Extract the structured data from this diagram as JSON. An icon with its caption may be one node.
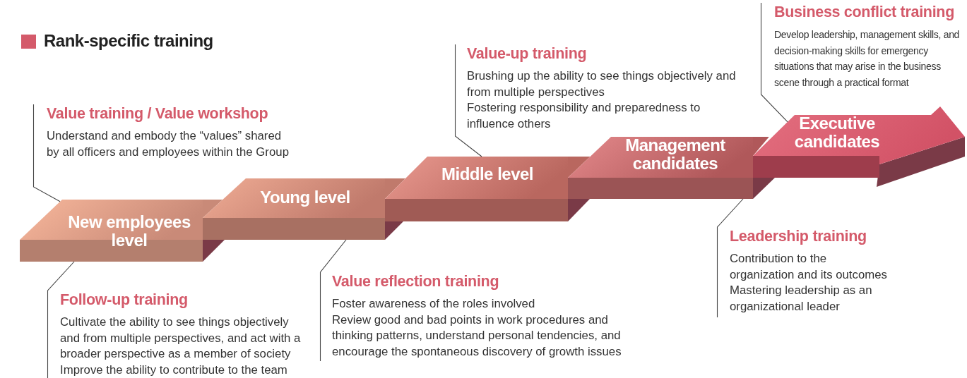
{
  "diagram": {
    "title": "Rank-specific training",
    "nodes": [
      {
        "text": [
          "New employees level"
        ]
      },
      {
        "text": [
          "Young level"
        ]
      },
      {
        "text": [
          "Middle level"
        ]
      },
      {
        "text": [
          "Management candidates"
        ]
      },
      {
        "text": [
          "Executive candidates"
        ]
      },
      {
        "text": [
          "Value training / Value workshop",
          "Understand and embody the “values” shared by all officers and employees within the Group"
        ]
      },
      {
        "text": [
          "Follow-up training",
          "Cultivate the ability to see things objectively and from multiple perspectives, and act with a broader perspective as a member of society",
          "Improve the ability to contribute to the team"
        ]
      },
      {
        "text": [
          "Value reflection training",
          "Foster awareness of the roles involved",
          "Review good and bad points in work procedures and thinking patterns, understand personal tendencies, and encourage the spontaneous discovery of growth issues"
        ]
      },
      {
        "text": [
          "Value-up training",
          "Brushing up the ability to see things objectively and from multiple perspectives",
          "Fostering responsibility and preparedness to influence others"
        ]
      },
      {
        "text": [
          "Business conflict training",
          "Develop leadership, management skills, and decision-making skills for emergency situations that may arise in the business scene through a practical format"
        ]
      },
      {
        "text": [
          "Leadership training",
          "Contribution to the organization and its outcomes",
          "Mastering leadership as an organizational leader"
        ]
      }
    ],
    "edges": [
      {
        "from": 5,
        "to": 0,
        "arrow": "none"
      },
      {
        "from": 6,
        "to": 0,
        "arrow": "none"
      },
      {
        "from": 7,
        "to": 1,
        "arrow": "none"
      },
      {
        "from": 8,
        "to": 2,
        "arrow": "none"
      },
      {
        "from": 9,
        "to": 4,
        "arrow": "none"
      },
      {
        "from": 10,
        "to": 3,
        "arrow": "none"
      }
    ]
  }
}
